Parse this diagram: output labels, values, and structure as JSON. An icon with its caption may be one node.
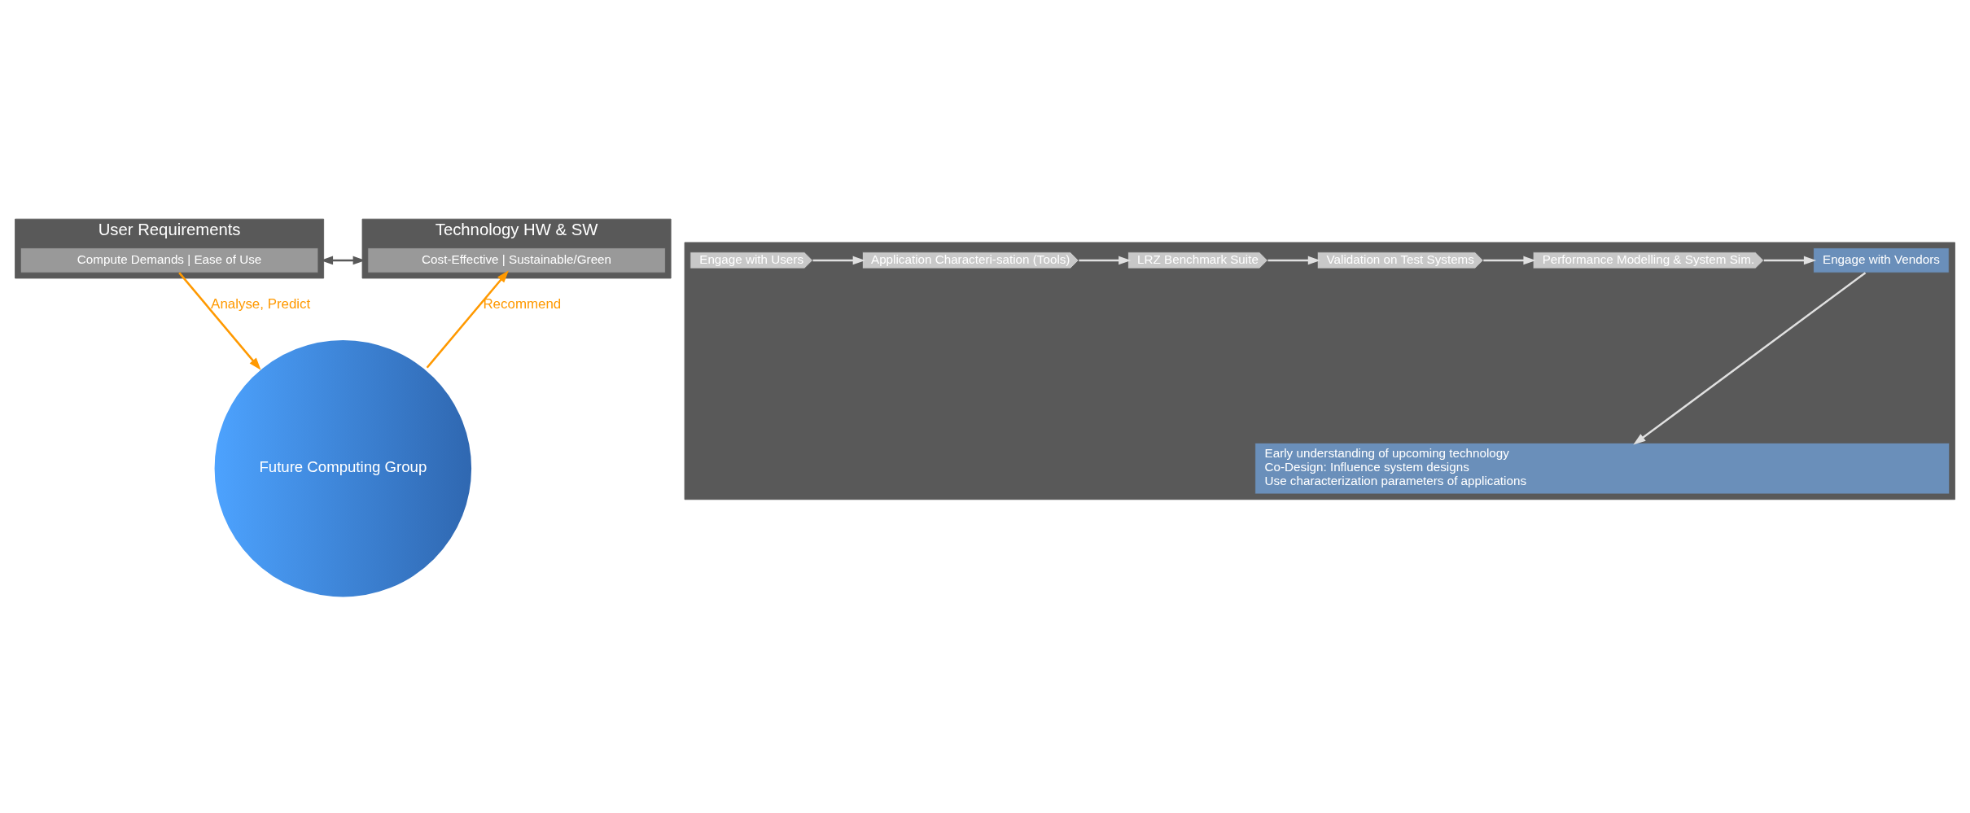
{
  "diagram": {
    "nodes": [
      {
        "text": [
          "User Requirements"
        ]
      },
      {
        "text": [
          "Compute Demands | Ease of Use"
        ],
        "in": 0
      },
      {
        "text": [
          "Technology HW & SW"
        ]
      },
      {
        "text": [
          "Cost-Effective | Sustainable/Green"
        ],
        "in": 2
      },
      {
        "text": [
          "Future Computing Group"
        ]
      },
      {
        "text": [],
        "shape": "box"
      },
      {
        "text": [
          "Engage with Users"
        ],
        "in": 5
      },
      {
        "text": [
          "Application Characteri-sation (Tools)"
        ],
        "in": 5
      },
      {
        "text": [
          "LRZ Benchmark Suite"
        ],
        "in": 5
      },
      {
        "text": [
          "Validation on Test Systems"
        ],
        "in": 5
      },
      {
        "text": [
          "Performance Modelling & System Sim."
        ],
        "in": 5
      },
      {
        "text": [
          "Engage with Vendors"
        ],
        "in": 5
      },
      {
        "text": [
          "Early understanding of upcoming technology",
          "Co-Design: Influence system designs",
          "Use characterization parameters of applications"
        ],
        "in": 5
      }
    ],
    "edges": [
      {
        "from": 0,
        "to": 2,
        "arrow": "both",
        "color": "#595959"
      },
      {
        "from": 1,
        "to": 4,
        "arrow": "to",
        "label": "Analyse, Predict",
        "color": "#ff9900"
      },
      {
        "from": 4,
        "to": 3,
        "arrow": "to",
        "label": "Recommend",
        "color": "#ff9900"
      },
      {
        "from": 6,
        "to": 7,
        "arrow": "to"
      },
      {
        "from": 7,
        "to": 8,
        "arrow": "to"
      },
      {
        "from": 8,
        "to": 9,
        "arrow": "to"
      },
      {
        "from": 9,
        "to": 10,
        "arrow": "to"
      },
      {
        "from": 10,
        "to": 11,
        "arrow": "to"
      },
      {
        "from": 11,
        "to": 12,
        "arrow": "to"
      }
    ]
  }
}
